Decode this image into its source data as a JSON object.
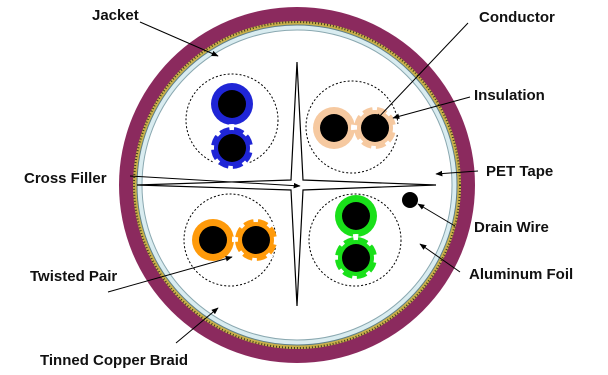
{
  "labels": {
    "jacket": "Jacket",
    "conductor": "Conductor",
    "insulation": "Insulation",
    "cross_filler": "Cross Filler",
    "pet_tape": "PET Tape",
    "drain_wire": "Drain Wire",
    "twisted_pair": "Twisted Pair",
    "aluminum_foil": "Aluminum Foil",
    "tinned_copper_braid": "Tinned Copper Braid"
  },
  "colors": {
    "jacket": "#8b2a5e",
    "braid": "#c9b04a",
    "foil": "#c4dfe6",
    "conductor": "#000000",
    "pair_blue": "#1f25d6",
    "pair_peach": "#f6c9a0",
    "pair_orange": "#ff9a0a",
    "pair_green": "#19e019"
  }
}
